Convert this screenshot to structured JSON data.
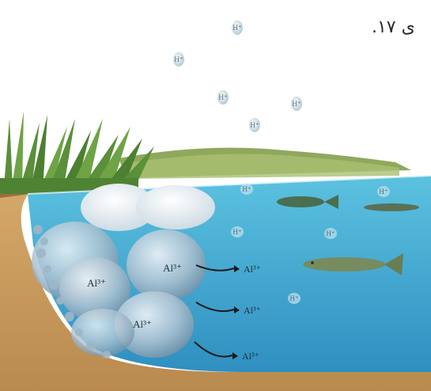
{
  "caption": ".۱۷ ی",
  "rain_ions": [
    "H⁺",
    "H⁺",
    "H⁺",
    "H⁺",
    "H⁺"
  ],
  "water_h_ions": [
    "H⁺",
    "H⁺",
    "H⁺",
    "H⁺",
    "H⁺"
  ],
  "rock_ions": [
    "Al³⁺",
    "Al³⁺",
    "Al³⁺"
  ],
  "released_ions": [
    "Al³⁺",
    "Al³⁺",
    "Al³⁺"
  ],
  "colors": {
    "water": "#4fb6d8",
    "deep_water": "#2f8fc0",
    "soil": "#c79a5e",
    "grass": "#5b8f3a",
    "rock": "#b8c9d6"
  }
}
